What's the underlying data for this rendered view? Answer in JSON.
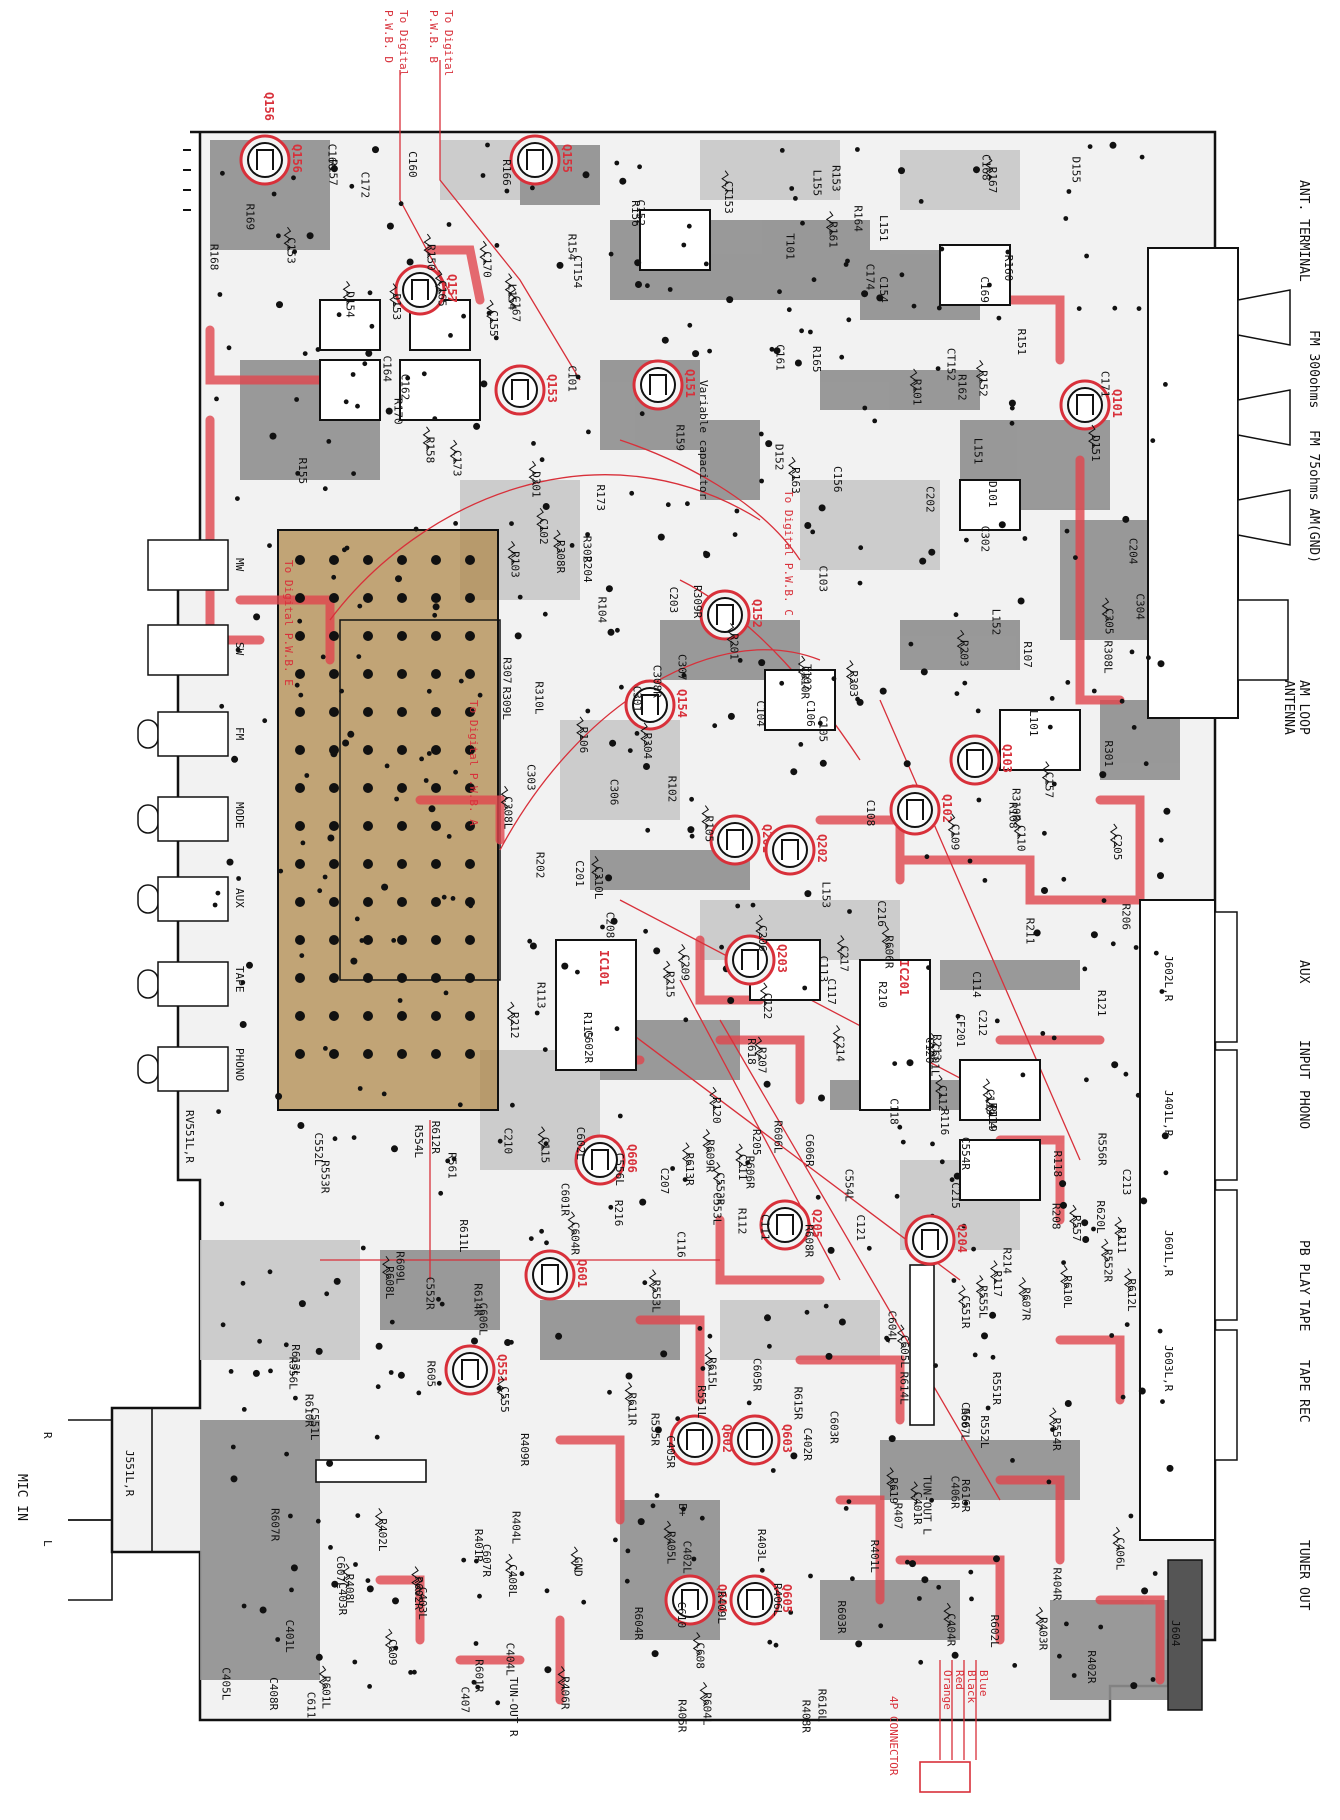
{
  "colors": {
    "board": "#f2f2f2",
    "copper": "#8f8f8f",
    "copper_light": "#c8c8c8",
    "trace_red": "#e0464e",
    "pad_red": "#f0787e",
    "brass": "#b08a4c",
    "outline": "#111111",
    "wire_red": "#d8303a"
  },
  "right_labels": {
    "ant_terminal": "ANT. TERMINAL",
    "fm_300": "FM 300ohms",
    "fm_75": "FM 75ohms AM(GND)",
    "am_loop": "AM LOOP\nANTENNA",
    "aux": "AUX",
    "input": "INPUT",
    "phono": "PHONO",
    "pb_play": "PB PLAY",
    "tape": "TAPE",
    "tape_rec": "TAPE REC",
    "tuner_out": "TUNER OUT"
  },
  "left_labels": {
    "mw": "MW",
    "sw": "SW",
    "fm": "FM",
    "mode": "MODE",
    "aux": "AUX",
    "tape": "TAPE",
    "phono": "PHONO",
    "rv551": "RV551L,R",
    "mic_in": "MIC IN",
    "j551": "J551L,R",
    "r": "R",
    "l": "L"
  },
  "top_labels": {
    "to_digital_b": "To Digital\nP.W.B. B",
    "to_digital_d": "To Digital\nP.W.B. D",
    "q156": "Q156"
  },
  "bottom_labels": {
    "connector": "4P CONNECTOR",
    "wires": [
      "Blue",
      "Black",
      "Red",
      "Orange"
    ]
  },
  "board_labels": {
    "variable_capacitor": "Variable capacitor",
    "to_digital_a": "To Digital P.W.B. A",
    "to_digital_c": "To Digital P.W.B. C",
    "to_digital_e": "To Digital P.W.B. E",
    "j602": "J602L,R",
    "j401": "J401L,R",
    "j601": "J601L,R",
    "j603": "J603L,R",
    "j604": "J604",
    "l151": "L151",
    "l101": "L101",
    "ic101": "IC101",
    "ic201": "IC201"
  },
  "transistors": [
    {
      "name": "Q156"
    },
    {
      "name": "Q155"
    },
    {
      "name": "Q157"
    },
    {
      "name": "Q153"
    },
    {
      "name": "Q151"
    },
    {
      "name": "Q101"
    },
    {
      "name": "Q152"
    },
    {
      "name": "Q154"
    },
    {
      "name": "Q102"
    },
    {
      "name": "Q103"
    },
    {
      "name": "Q201"
    },
    {
      "name": "Q202"
    },
    {
      "name": "Q203"
    },
    {
      "name": "Q204"
    },
    {
      "name": "Q205"
    },
    {
      "name": "Q601"
    },
    {
      "name": "Q551"
    },
    {
      "name": "Q602"
    },
    {
      "name": "Q603"
    },
    {
      "name": "Q604"
    },
    {
      "name": "Q605"
    },
    {
      "name": "Q606"
    }
  ],
  "components": [
    "C170",
    "R166",
    "R164",
    "R163",
    "C169",
    "R165",
    "R167",
    "R168",
    "C174",
    "C173",
    "C172",
    "R170",
    "R158",
    "L155",
    "C152",
    "C153",
    "CT152",
    "L151",
    "D154",
    "D155",
    "T101",
    "R101",
    "C101",
    "C164",
    "C165",
    "R159",
    "R160",
    "D151",
    "D152",
    "C171",
    "D153",
    "R169",
    "C168",
    "C167",
    "C166",
    "R162",
    "R161",
    "C162",
    "C160",
    "CT153",
    "C161",
    "CT154",
    "L154",
    "R153",
    "C156",
    "C155",
    "C154",
    "R154",
    "R152",
    "R155",
    "R151",
    "R150",
    "R157",
    "R156",
    "C157",
    "R173",
    "T102",
    "R103",
    "C103",
    "R102",
    "C102",
    "L153",
    "R104",
    "R105",
    "C105",
    "C106",
    "R106",
    "R107",
    "C108",
    "C110",
    "R108",
    "L152",
    "C109",
    "D101",
    "C104",
    "C310L",
    "R310L",
    "R310R",
    "C310R",
    "R309L",
    "R309R",
    "C308L",
    "R308L",
    "C308R",
    "R308R",
    "C301",
    "R301",
    "D301",
    "R302",
    "C302",
    "R304",
    "C303",
    "C304",
    "C305",
    "C307",
    "R307",
    "R303",
    "C306",
    "C201",
    "R201",
    "R202",
    "C202",
    "R203",
    "C203",
    "C204",
    "C205",
    "R204",
    "R205",
    "C206",
    "R206",
    "C207",
    "R207",
    "C208",
    "R208",
    "C209",
    "C210",
    "R210",
    "C211",
    "R211",
    "C212",
    "R212",
    "C213",
    "R213",
    "C214",
    "R214",
    "C215",
    "R215",
    "C216",
    "R216",
    "C217",
    "CF201",
    "C111",
    "C112",
    "C113",
    "C114",
    "C115",
    "C116",
    "C117",
    "R111",
    "R112",
    "R113",
    "R114",
    "R115",
    "R116",
    "R117",
    "R118",
    "R119",
    "R120",
    "R121",
    "C118",
    "C119",
    "C120",
    "C121",
    "C122",
    "R618",
    "R620L",
    "R606R",
    "R606L",
    "C601R",
    "C601L",
    "C602R",
    "C602L",
    "R552R",
    "R552L",
    "C551L",
    "C551R",
    "R551R",
    "R551L",
    "C553R",
    "C553L",
    "R553R",
    "R553L",
    "C552R",
    "C552L",
    "R554R",
    "R554L",
    "C556",
    "C555",
    "C554R",
    "C554L",
    "R555L",
    "R555R",
    "R556R",
    "R557",
    "C556L",
    "R610R",
    "R610L",
    "R556L",
    "R561",
    "R608L",
    "R608R",
    "R607L",
    "R607R",
    "R606R",
    "R605",
    "R609R",
    "R609L",
    "C603R",
    "C604R",
    "C604L",
    "C605R",
    "C605L",
    "C606R",
    "C606L",
    "R612L",
    "R612R",
    "R613L",
    "R613R",
    "R614L",
    "R614R",
    "R615L",
    "R615R",
    "R611L",
    "R611R",
    "C607L",
    "C607R",
    "C608",
    "R616L",
    "R616R",
    "C609",
    "C610",
    "C611",
    "R619",
    "C405L",
    "C405R",
    "R405L",
    "R405R",
    "C404L",
    "C404R",
    "R404L",
    "R404R",
    "C406L",
    "C406R",
    "R406L",
    "R406R",
    "C407",
    "R407",
    "C408L",
    "C408R",
    "R408R",
    "R408L",
    "C402L",
    "C402R",
    "R402L",
    "R402R",
    "C401L",
    "C401R",
    "R401L",
    "R401R",
    "C403L",
    "C403R",
    "R403L",
    "R403R",
    "R409L",
    "R409R",
    "R601L",
    "R601R",
    "R602L",
    "R602R",
    "R603R",
    "R604R",
    "R604L",
    "R607R",
    "B+",
    "GND",
    "TUN-OUT L",
    "TUN-OUT R"
  ]
}
